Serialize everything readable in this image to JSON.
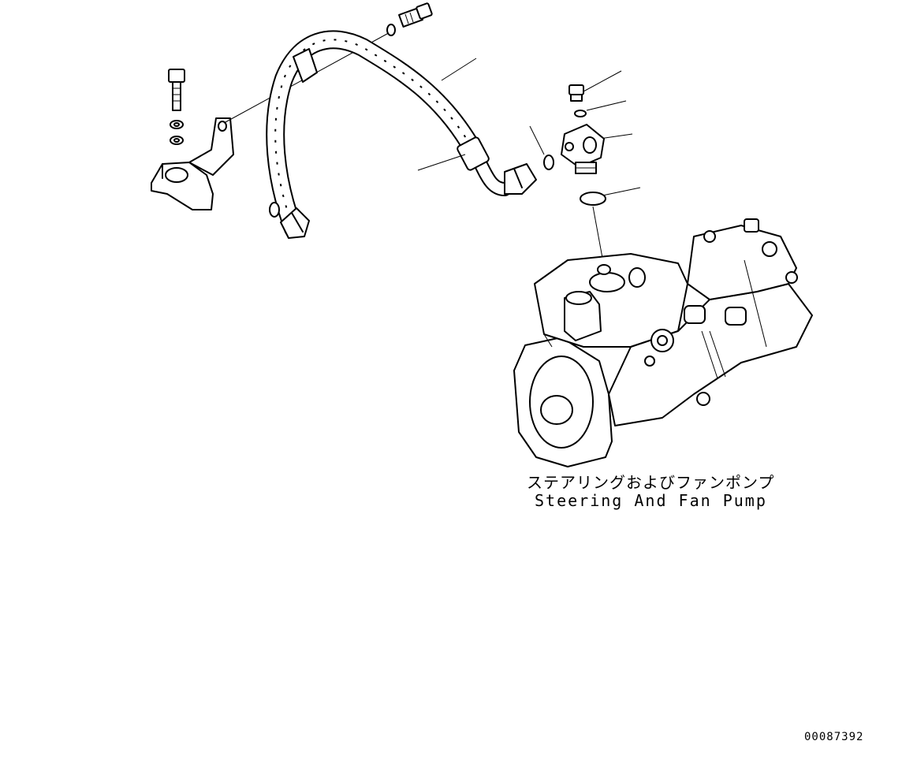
{
  "diagram": {
    "assembly_label_jp": "ステアリングおよびファンポンプ",
    "assembly_label_en": "Steering And Fan Pump",
    "drawing_number": "00087392"
  },
  "colors": {
    "ink": "#000000",
    "paper": "#ffffff"
  }
}
